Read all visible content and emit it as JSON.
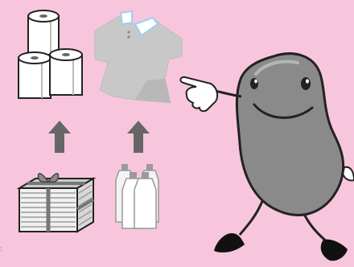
{
  "colors": {
    "background": "#f7c6dc",
    "gray_fill": "#bdbdbd",
    "gray_dark": "#666666",
    "character_body": "#8a8a8a",
    "outline": "#222222",
    "white": "#ffffff",
    "collar_accent": "#9fd0f0"
  },
  "scene": {
    "items": [
      {
        "name": "toilet-paper-rolls-icon",
        "role": "recycled product"
      },
      {
        "name": "polo-shirt-icon",
        "role": "recycled product"
      },
      {
        "name": "newspaper-bundle-icon",
        "role": "recyclable source"
      },
      {
        "name": "plastic-bottles-icon",
        "role": "recyclable source"
      },
      {
        "name": "bean-mascot-character",
        "role": "pointing character"
      }
    ],
    "arrows": [
      {
        "name": "up-arrow-left-icon",
        "from": "newspaper-bundle-icon",
        "to": "toilet-paper-rolls-icon"
      },
      {
        "name": "up-arrow-right-icon",
        "from": "plastic-bottles-icon",
        "to": "polo-shirt-icon"
      }
    ]
  }
}
